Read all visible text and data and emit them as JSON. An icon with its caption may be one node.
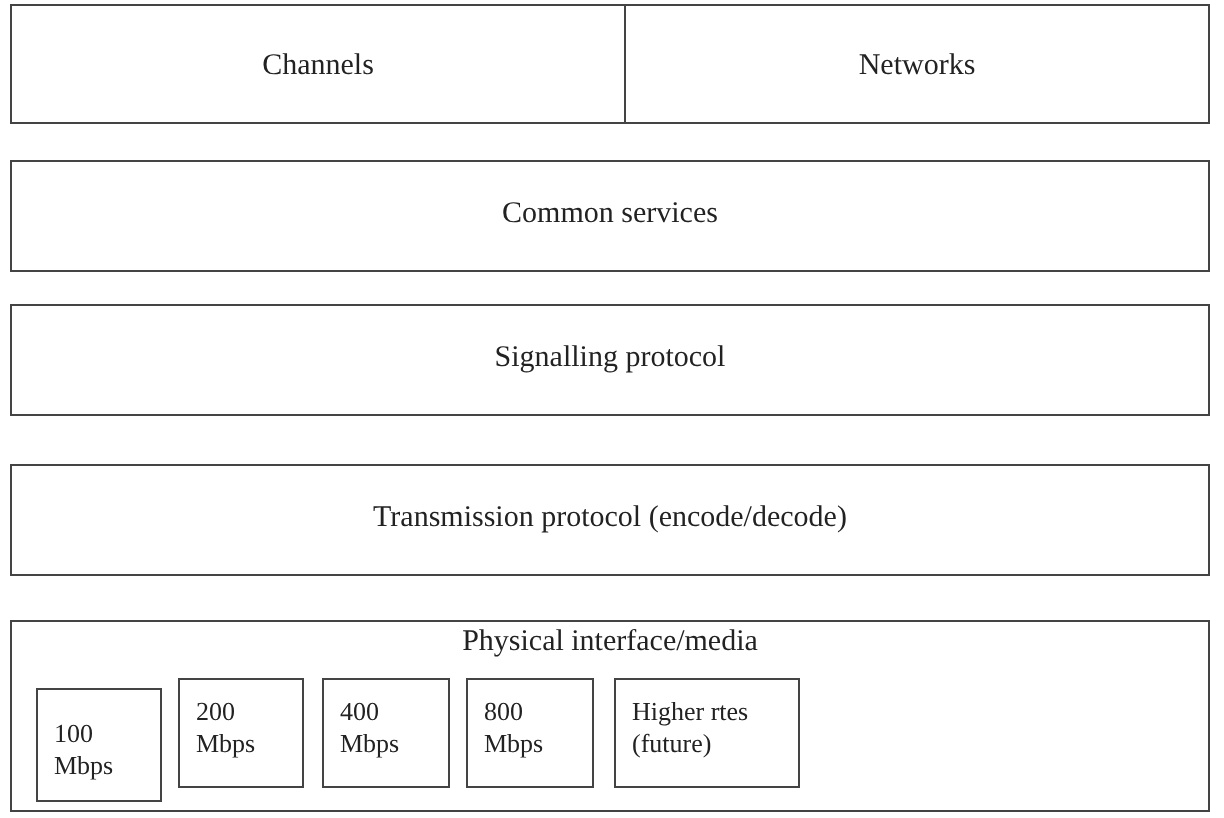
{
  "diagram": {
    "nodes": [
      {
        "text": [
          "Channels"
        ]
      },
      {
        "text": [
          "Networks"
        ]
      },
      {
        "text": [
          "Common services"
        ]
      },
      {
        "text": [
          "Signalling protocol"
        ]
      },
      {
        "text": [
          "Transmission protocol (encode/decode)"
        ]
      },
      {
        "text": [
          "Physical interface/media"
        ]
      },
      {
        "text": [
          "100 Mbps"
        ],
        "in": 5
      },
      {
        "text": [
          "200 Mbps"
        ],
        "in": 5
      },
      {
        "text": [
          "400 Mbps"
        ],
        "in": 5
      },
      {
        "text": [
          "800 Mbps"
        ],
        "in": 5
      },
      {
        "text": [
          "Higher rtes (future)"
        ],
        "in": 5
      }
    ]
  }
}
